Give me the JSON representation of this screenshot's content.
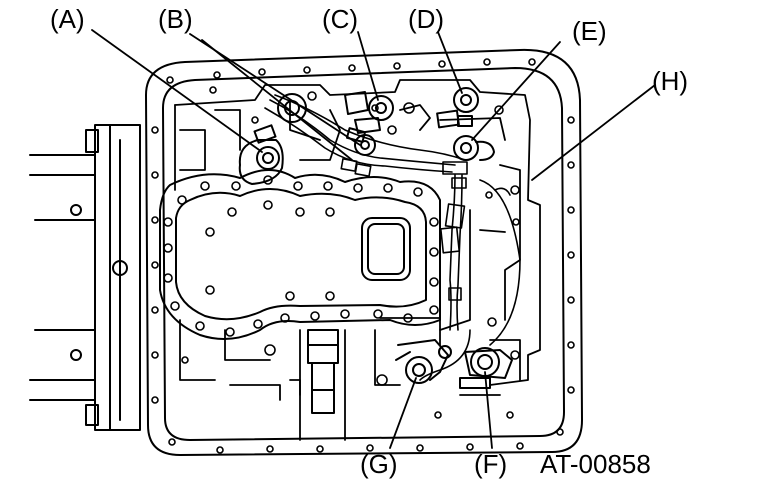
{
  "diagram": {
    "figure_id": "AT-00858",
    "callouts": {
      "A": "(A)",
      "B": "(B)",
      "C": "(C)",
      "D": "(D)",
      "E": "(E)",
      "F": "(F)",
      "G": "(G)",
      "H": "(H)"
    }
  }
}
